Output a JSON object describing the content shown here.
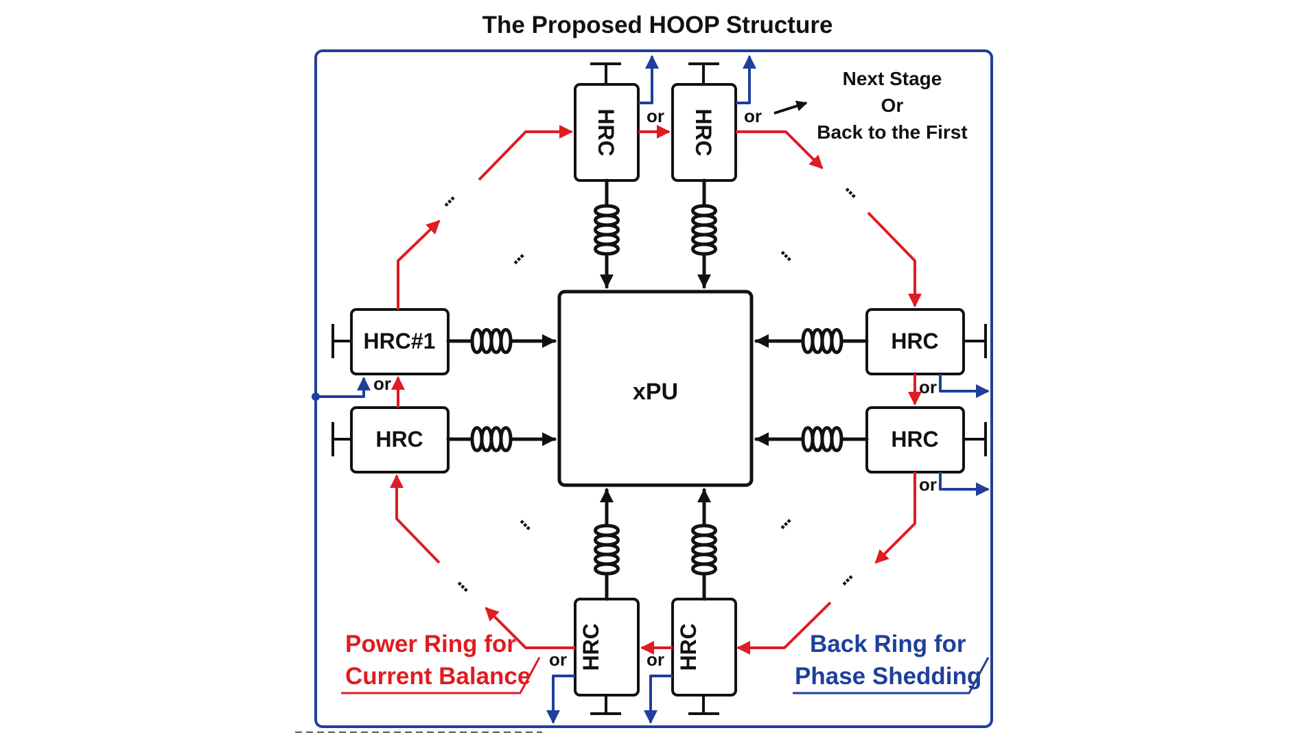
{
  "title": "The Proposed HOOP Structure",
  "center_label": "xPU",
  "first_block_label": "HRC#1",
  "block_label": "HRC",
  "or_label": "or",
  "next_stage_note": [
    "Next Stage",
    "Or",
    "Back to the First"
  ],
  "power_ring_legend": [
    "Power Ring for",
    "Current Balance"
  ],
  "back_ring_legend": [
    "Back Ring for",
    "Phase Shedding"
  ],
  "ellipsis": "...",
  "colors": {
    "power_ring": "#e01b22",
    "back_ring": "#1f3f9a",
    "outline": "#111111"
  }
}
